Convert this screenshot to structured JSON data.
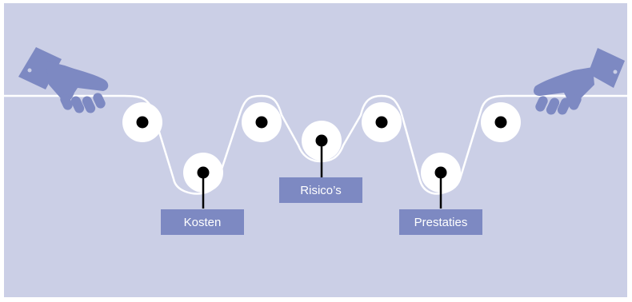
{
  "diagram": {
    "labels": [
      {
        "id": "kosten",
        "text": "Kosten"
      },
      {
        "id": "risicos",
        "text": "Risico’s"
      },
      {
        "id": "prestaties",
        "text": "Prestaties"
      }
    ],
    "icons": [
      "left-hand-icon",
      "right-hand-icon"
    ],
    "colors": {
      "background": "#cbcfe6",
      "label_fill": "#7d89c2",
      "hand_fill": "#7d89c2",
      "belt": "#ffffff",
      "pin": "#000000"
    }
  }
}
